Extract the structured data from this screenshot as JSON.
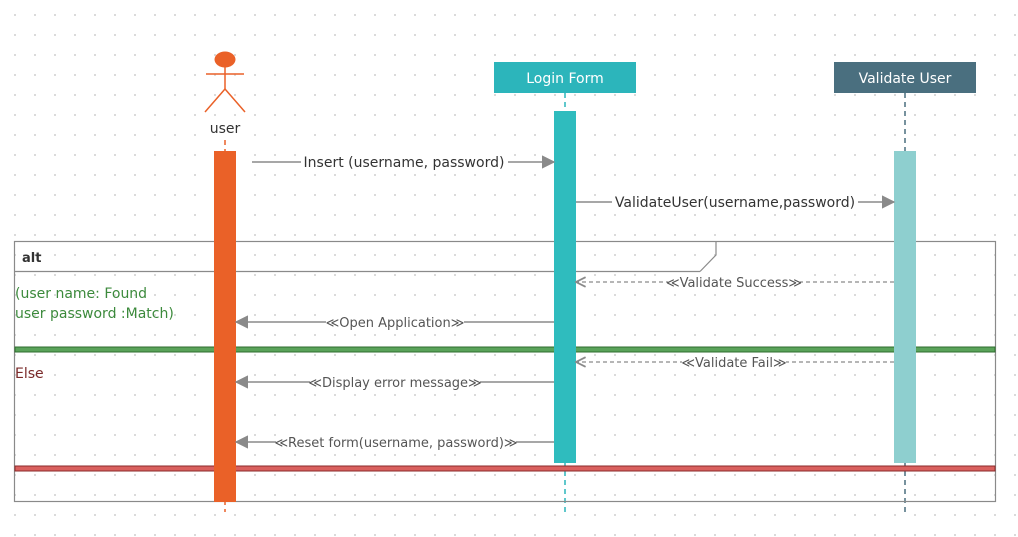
{
  "participants": {
    "actor": {
      "label": "user",
      "color": "#ea6128"
    },
    "login_form": {
      "label": "Login Form",
      "color": "#2cb5bb",
      "activation_color": "#2fbcbe"
    },
    "validate_user": {
      "label": "Validate User",
      "color": "#4a6f7f",
      "activation_color": "#8ecfcf"
    }
  },
  "messages": {
    "insert": "Insert (username, password)",
    "validate_user": "ValidateUser(username,password)",
    "validate_success": "≪Validate Success≫",
    "open_application": "≪Open Application≫",
    "validate_fail": "≪Validate Fail≫",
    "display_error": "≪Display error message≫",
    "reset_form": "≪Reset form(username, password)≫"
  },
  "fragment": {
    "operator": "alt",
    "guard_line1": "(user name: Found",
    "guard_line2": "user password :Match)",
    "else_label": "Else",
    "guard_color": "#3c8a3c",
    "else_color": "#7a2a2a",
    "separator_color": "#5aa35a",
    "end_color": "#d9605e"
  }
}
